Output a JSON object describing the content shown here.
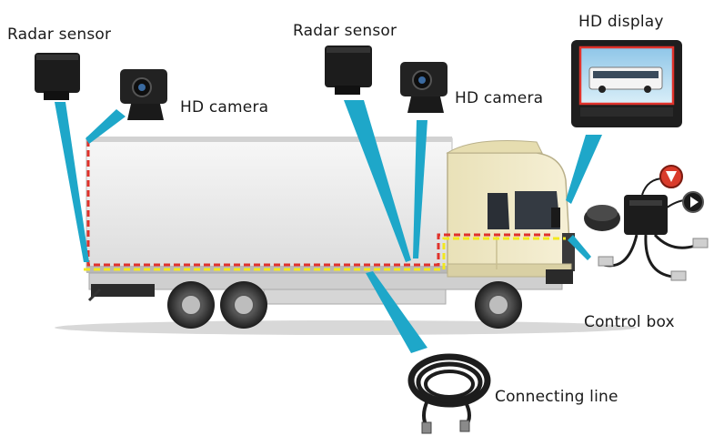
{
  "labels": {
    "radar_left": "Radar sensor",
    "radar_mid": "Radar sensor",
    "camera_left": "HD camera",
    "camera_mid": "HD camera",
    "display": "HD display",
    "control_box": "Control box",
    "connecting_line": "Connecting line"
  },
  "colors": {
    "pointer": "#1ea7c9",
    "dash_red": "#e0322b",
    "dash_yellow": "#f3e81f",
    "cab": "#efe8c4",
    "cargo_box": "#ececec",
    "device": "#1c1c1c"
  }
}
